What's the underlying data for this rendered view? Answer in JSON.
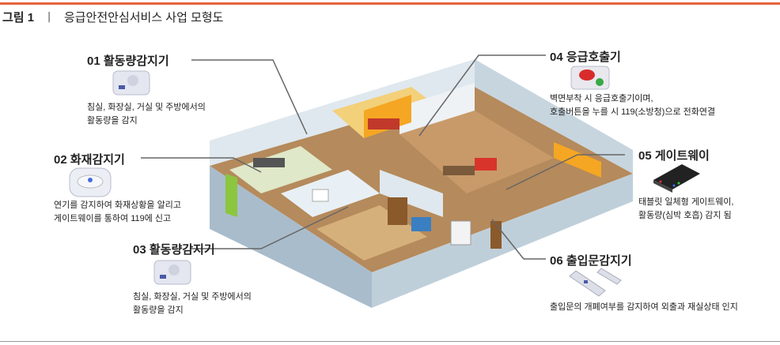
{
  "figure": {
    "label": "그림 1",
    "separator": "ㅣ",
    "title": "응급안전안심서비스 사업 모형도"
  },
  "devices": [
    {
      "number": "01",
      "name": "활동량감지기",
      "desc": [
        "침실, 화장실, 거실 및 주방에서의",
        "활동량을 감지"
      ],
      "icon": "motion-sensor-icon"
    },
    {
      "number": "02",
      "name": "화재감지기",
      "desc": [
        "연기를 감지하여 화재상황을 알리고",
        "게이트웨이를 통하여 119에 신고"
      ],
      "icon": "smoke-detector-icon"
    },
    {
      "number": "03",
      "name": "활동량감지기",
      "desc": [
        "침실, 화장실, 거실 및 주방에서의",
        "활동량을 감지"
      ],
      "icon": "motion-sensor-icon"
    },
    {
      "number": "04",
      "name": "응급호출기",
      "desc": [
        "벽면부착 시 응급호출기이며,",
        "호출버튼을 누를 시 119(소방청)으로 전화연결"
      ],
      "icon": "emergency-button-icon"
    },
    {
      "number": "05",
      "name": "게이트웨이",
      "desc": [
        "태블릿 일체형 게이트웨이,",
        "활동량(심박 호흡) 감지 됨"
      ],
      "icon": "tablet-gateway-icon"
    },
    {
      "number": "06",
      "name": "출입문감지기",
      "desc": [
        "출입문의 개폐여부를 감지하여 외출과 재실상태 인지"
      ],
      "icon": "door-sensor-icon"
    }
  ],
  "colors": {
    "accent": "#e8623a",
    "wall": "#c9d6df",
    "floor": "#a07850",
    "orange_wall": "#f5a623"
  }
}
